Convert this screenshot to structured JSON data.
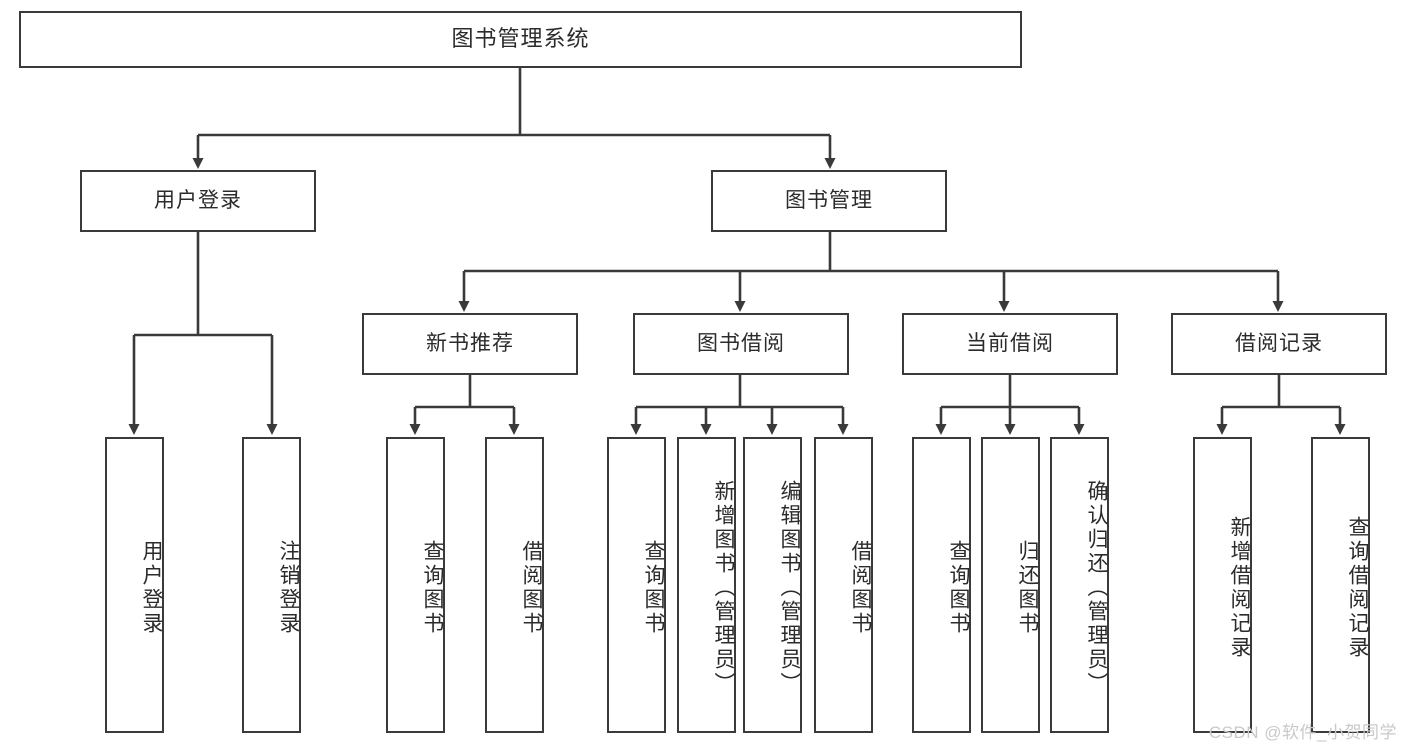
{
  "diagram": {
    "type": "tree-hierarchy-chart",
    "title_box": "图书管理系统",
    "level2": [
      {
        "id": "user-login",
        "label": "用户登录"
      },
      {
        "id": "book-manage",
        "label": "图书管理"
      }
    ],
    "level3": [
      {
        "id": "new-book-recommend",
        "label": "新书推荐"
      },
      {
        "id": "book-borrow",
        "label": "图书借阅"
      },
      {
        "id": "current-borrow",
        "label": "当前借阅"
      },
      {
        "id": "borrow-record",
        "label": "借阅记录"
      }
    ],
    "leaves": {
      "user_login": [
        {
          "id": "leaf-user-login",
          "label": "用户登录"
        },
        {
          "id": "leaf-logout-login",
          "label": "注销登录"
        }
      ],
      "new_book_recommend": [
        {
          "id": "leaf-query-book-1",
          "label": "查询图书"
        },
        {
          "id": "leaf-borrow-book-1",
          "label": "借阅图书"
        }
      ],
      "book_borrow": [
        {
          "id": "leaf-query-book-2",
          "label": "查询图书"
        },
        {
          "id": "leaf-add-book",
          "label": "新增图书（管理员）"
        },
        {
          "id": "leaf-edit-book",
          "label": "编辑图书（管理员）"
        },
        {
          "id": "leaf-borrow-book-2",
          "label": "借阅图书"
        }
      ],
      "current_borrow": [
        {
          "id": "leaf-query-book-3",
          "label": "查询图书"
        },
        {
          "id": "leaf-return-book",
          "label": "归还图书"
        },
        {
          "id": "leaf-confirm-return",
          "label": "确认归还（管理员）"
        }
      ],
      "borrow_record": [
        {
          "id": "leaf-add-record",
          "label": "新增借阅记录"
        },
        {
          "id": "leaf-query-record",
          "label": "查询借阅记录"
        }
      ]
    }
  },
  "watermark": {
    "text": "CSDN @软件_小贺同学"
  },
  "colors": {
    "box_border": "#3a3a3a",
    "line": "#3a3a3a",
    "background": "#ffffff",
    "text": "#2b2b2b",
    "watermark": "#c9c9c9"
  }
}
